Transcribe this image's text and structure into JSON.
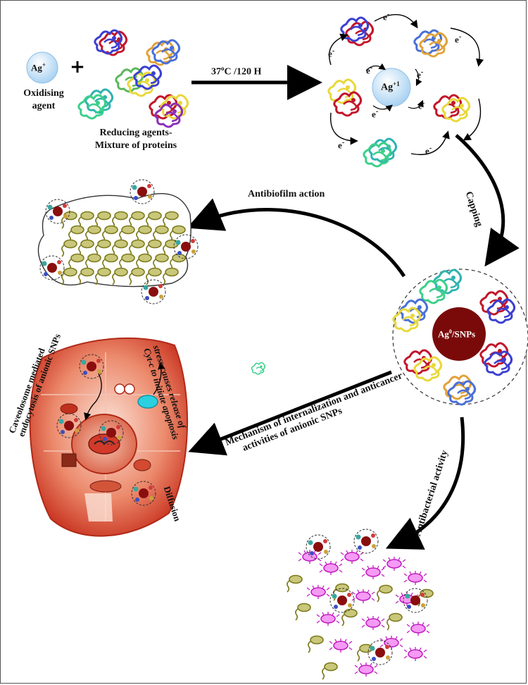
{
  "ion": {
    "base": "Ag",
    "charge": "+",
    "caption_line1": "Oxidising",
    "caption_line2": "agent"
  },
  "plus_sign": "+",
  "reducing": {
    "line1": "Reducing agents-",
    "line2": "Mixture of proteins"
  },
  "condition": {
    "temp": "37",
    "unit": "C /120 H"
  },
  "complex": {
    "base": "Ag",
    "charge": "+1",
    "electron": "e"
  },
  "capping_label": "Capping",
  "snp": {
    "base": "Ag",
    "sup": "0",
    "rest": "/SNPs"
  },
  "antibiofilm_label": "Antibiofilm action",
  "mechanism": {
    "line1": "Mechanism of internalization and anticancer",
    "line2": "activities of anionic SNPs"
  },
  "antibacterial_label": "Antibacterial activity",
  "cell": {
    "caveolosome_line1": "Caveolosome mediated",
    "caveolosome_line2": "endocytosis of anionic SNPs",
    "stress_line1": "stress causes release of",
    "stress_line2": "Cyt-c to initiate apoptosis",
    "diffusion": "Diffusion"
  },
  "colors": {
    "ion_blue": "#cfe6f8",
    "snp_red": "#7a0a0a",
    "cell_red": "#d9442e",
    "bacteria_olive": "#9a9a2e",
    "bacteria_magenta": "#e23fe0",
    "arrow": "#000000"
  }
}
